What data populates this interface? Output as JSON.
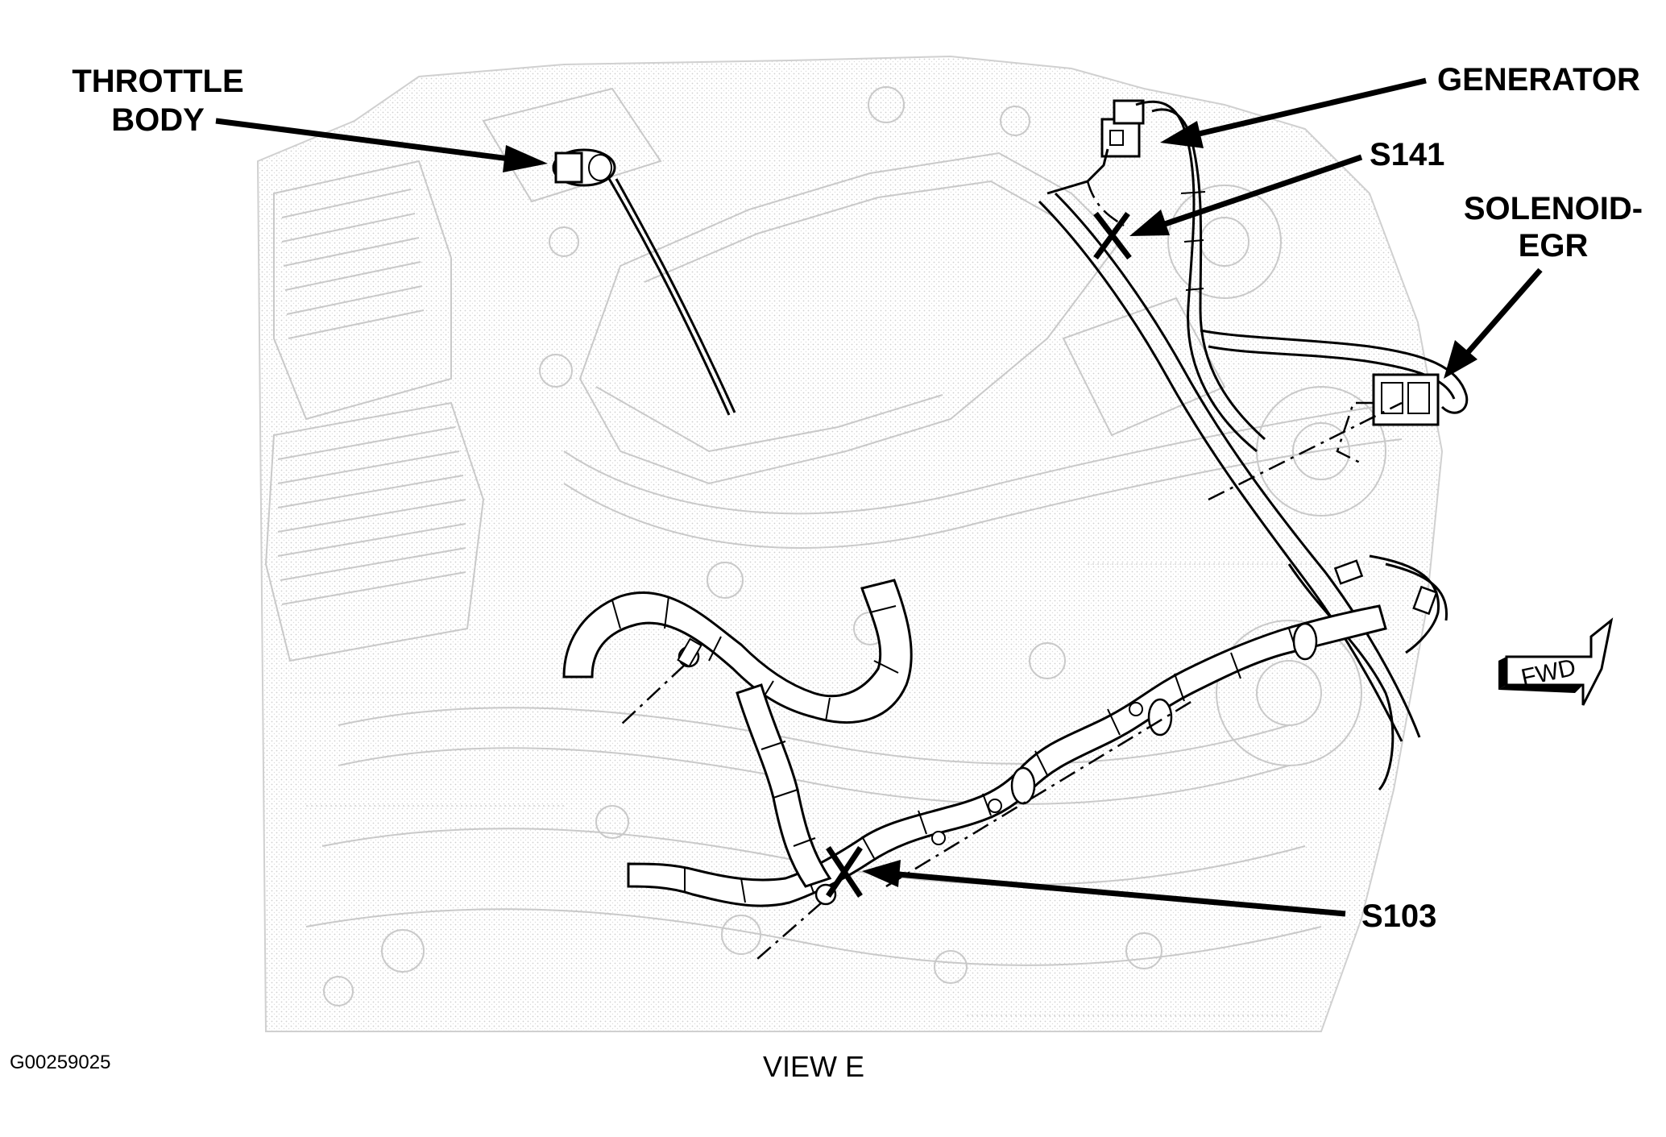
{
  "labels": {
    "throttle_body_line1": "THROTTLE",
    "throttle_body_line2": "BODY",
    "generator": "GENERATOR",
    "s141": "S141",
    "solenoid_egr_line1": "SOLENOID-",
    "solenoid_egr_line2": "EGR",
    "s103": "S103",
    "fwd": "FWD"
  },
  "caption": "VIEW E",
  "figure_id": "G00259025"
}
